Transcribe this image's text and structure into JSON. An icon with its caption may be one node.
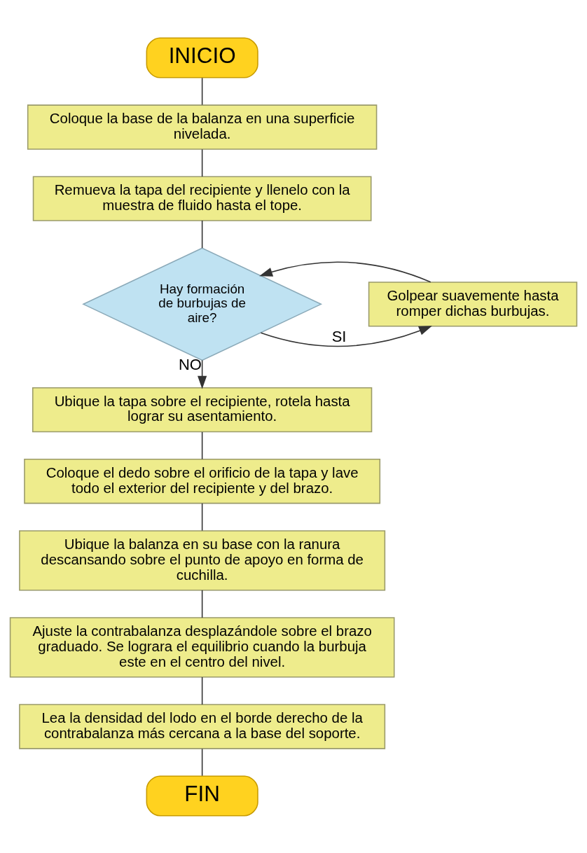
{
  "diagram": {
    "nodes": [
      {
        "text": [
          "INICIO"
        ]
      },
      {
        "text": [
          "Coloque la base de la balanza en una superficie nivelada."
        ]
      },
      {
        "text": [
          "Remueva la tapa del recipiente y llenelo con la muestra de fluido hasta el tope."
        ]
      },
      {
        "text": [
          "Hay formación de burbujas de aire?"
        ]
      },
      {
        "text": [
          "Golpear suavemente hasta romper dichas burbujas."
        ]
      },
      {
        "text": [
          "Ubique la tapa sobre el recipiente, rotela hasta lograr su asentamiento."
        ]
      },
      {
        "text": [
          "Coloque el dedo sobre el orificio de la tapa y lave todo el exterior del recipiente y del brazo."
        ]
      },
      {
        "text": [
          "Ubique la balanza en su base con la ranura descansando sobre el punto de apoyo en forma de cuchilla."
        ]
      },
      {
        "text": [
          "Ajuste la contrabalanza desplazándole sobre el brazo graduado. Se lograra el equilibrio cuando la burbuja este en el centro del nivel."
        ]
      },
      {
        "text": [
          "Lea la densidad del lodo en el borde derecho de la contrabalanza más cercana a la base del soporte."
        ]
      },
      {
        "text": [
          "FIN"
        ]
      }
    ],
    "edges": [
      {
        "from": 0,
        "to": 1,
        "arrow": "none"
      },
      {
        "from": 1,
        "to": 2,
        "arrow": "none"
      },
      {
        "from": 2,
        "to": 3,
        "arrow": "none"
      },
      {
        "from": 3,
        "to": 4,
        "arrow": "to",
        "label": "SI"
      },
      {
        "from": 4,
        "to": 3,
        "arrow": "to"
      },
      {
        "from": 3,
        "to": 5,
        "arrow": "to",
        "label": "NO"
      },
      {
        "from": 5,
        "to": 6,
        "arrow": "none"
      },
      {
        "from": 6,
        "to": 7,
        "arrow": "none"
      },
      {
        "from": 7,
        "to": 8,
        "arrow": "none"
      },
      {
        "from": 8,
        "to": 9,
        "arrow": "none"
      },
      {
        "from": 9,
        "to": 10,
        "arrow": "none"
      }
    ]
  }
}
